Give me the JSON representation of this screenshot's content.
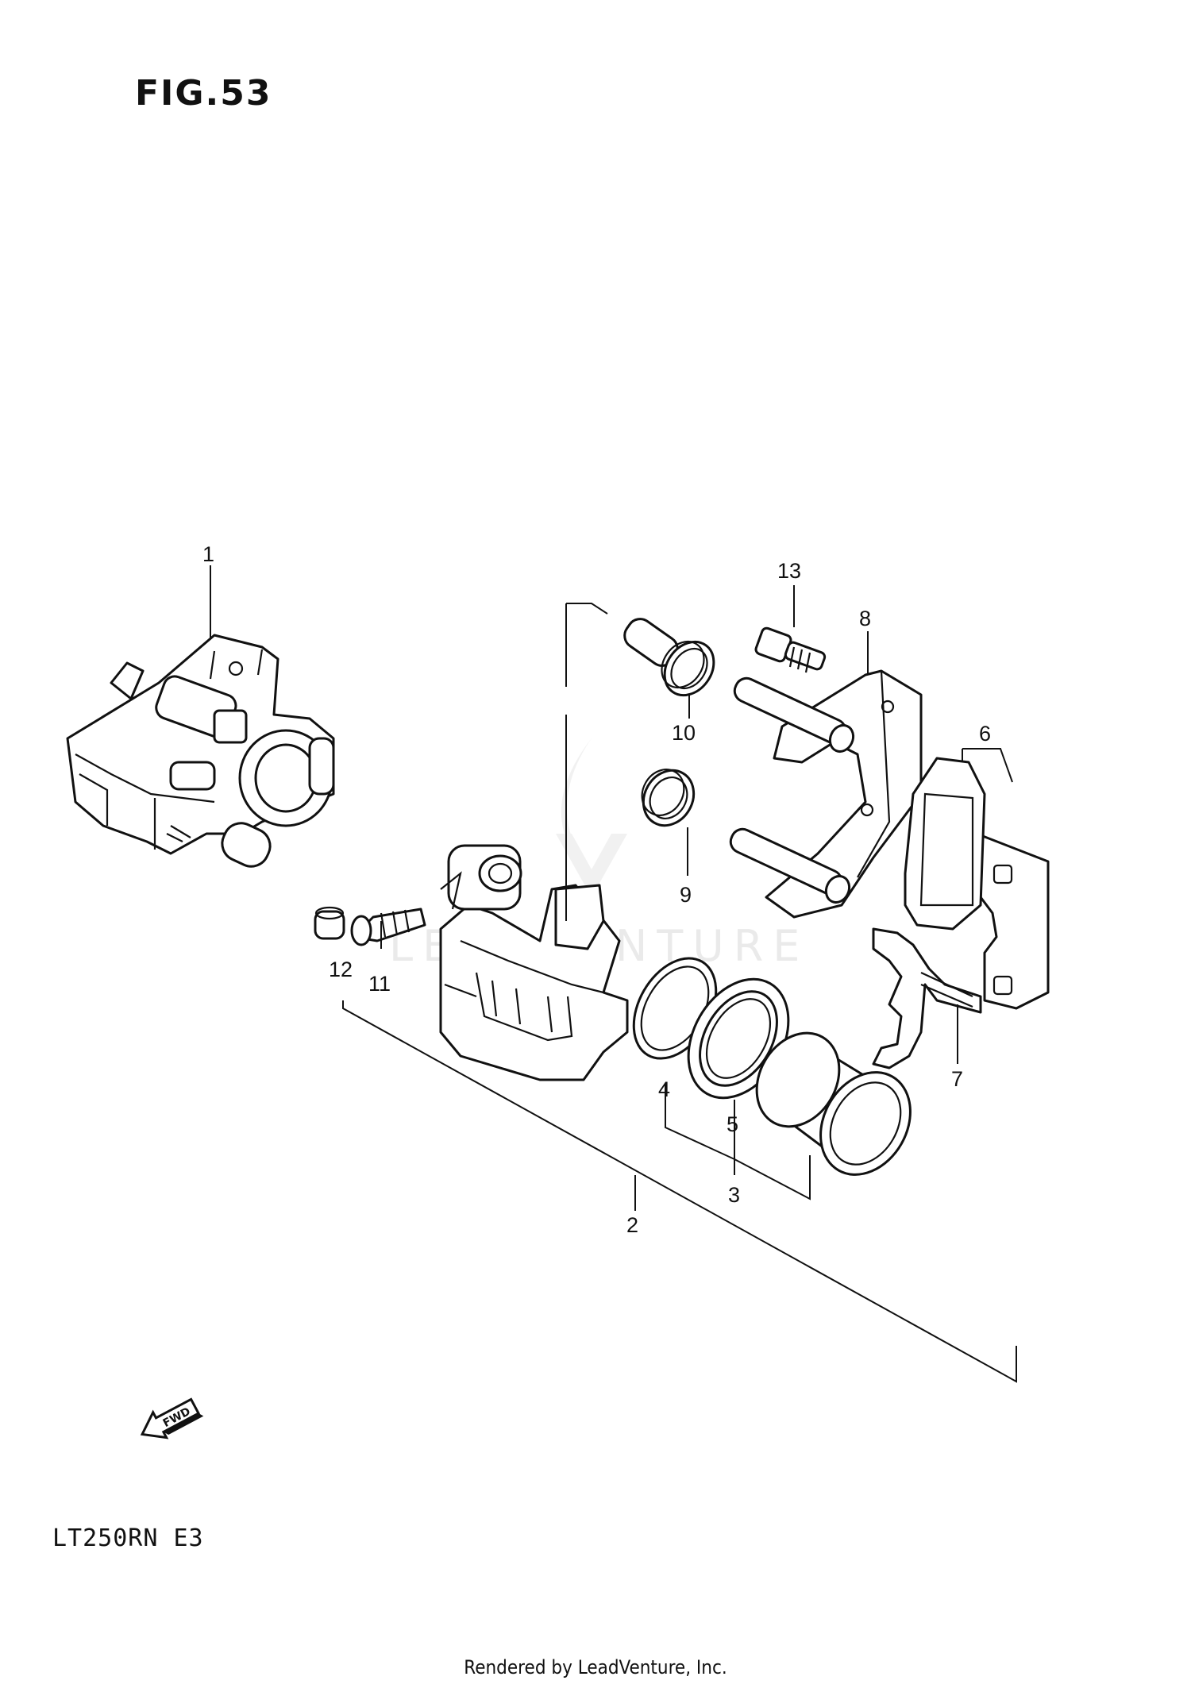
{
  "figure": {
    "title": "FIG.53"
  },
  "model": {
    "code": "LT250RN E3"
  },
  "footer": {
    "text": "Rendered by LeadVenture, Inc."
  },
  "watermark": {
    "text": "LEADVENTURE"
  },
  "fwd_arrow": {
    "label": "FWD"
  },
  "callouts": {
    "c1": "1",
    "c2": "2",
    "c3": "3",
    "c4": "4",
    "c5": "5",
    "c6": "6",
    "c7": "7",
    "c8": "8",
    "c9": "9",
    "c10": "10",
    "c11": "11",
    "c12": "12",
    "c13": "13"
  }
}
